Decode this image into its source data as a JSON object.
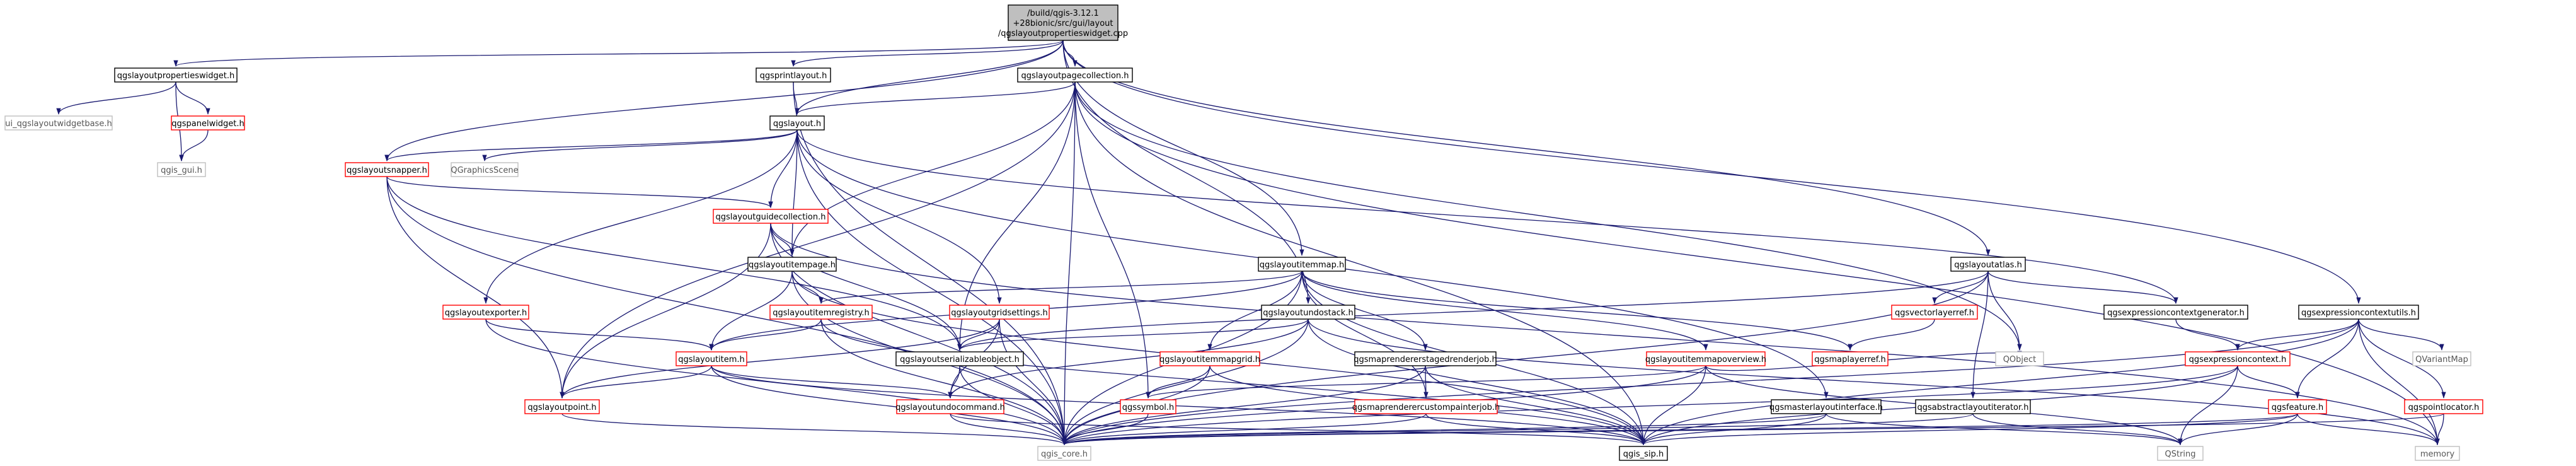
{
  "colors": {
    "edge": "#191970",
    "node_border_black": "#000000",
    "node_border_red": "#ff0000",
    "node_border_gray": "#bfbfbf",
    "root_fill": "#bfbfbf",
    "node_fill": "#ffffff",
    "text_normal": "#000000",
    "text_external": "#555555"
  },
  "nodes": {
    "root": {
      "lines": [
        "/build/qgis-3.12.1",
        "+28bionic/src/gui/layout",
        "/qgslayoutpropertieswidget.cpp"
      ],
      "kind": "root"
    },
    "qgslayoutpropertieswidget_h": {
      "lines": [
        "qgslayoutpropertieswidget.h"
      ],
      "kind": "black"
    },
    "qgsprintlayout_h": {
      "lines": [
        "qgsprintlayout.h"
      ],
      "kind": "black"
    },
    "qgslayoutpagecollection_h": {
      "lines": [
        "qgslayoutpagecollection.h"
      ],
      "kind": "black"
    },
    "ui_qgslayoutwidgetbase_h": {
      "lines": [
        "ui_qgslayoutwidgetbase.h"
      ],
      "kind": "gray"
    },
    "qgspanelwidget_h": {
      "lines": [
        "qgspanelwidget.h"
      ],
      "kind": "red"
    },
    "qgis_gui_h": {
      "lines": [
        "qgis_gui.h"
      ],
      "kind": "gray"
    },
    "qgslayout_h": {
      "lines": [
        "qgslayout.h"
      ],
      "kind": "black"
    },
    "qgslayoutsnapper_h": {
      "lines": [
        "qgslayoutsnapper.h"
      ],
      "kind": "red"
    },
    "QGraphicsScene": {
      "lines": [
        "QGraphicsScene"
      ],
      "kind": "gray"
    },
    "qgslayoutguidecollection_h": {
      "lines": [
        "qgslayoutguidecollection.h"
      ],
      "kind": "red"
    },
    "qgslayoutitempage_h": {
      "lines": [
        "qgslayoutitempage.h"
      ],
      "kind": "black"
    },
    "qgslayoutitemmap_h": {
      "lines": [
        "qgslayoutitemmap.h"
      ],
      "kind": "black"
    },
    "qgslayoutatlas_h": {
      "lines": [
        "qgslayoutatlas.h"
      ],
      "kind": "black"
    },
    "qgsexpressioncontextutils_h": {
      "lines": [
        "qgsexpressioncontextutils.h"
      ],
      "kind": "black"
    },
    "qgslayoutexporter_h": {
      "lines": [
        "qgslayoutexporter.h"
      ],
      "kind": "red"
    },
    "qgslayoutitemregistry_h": {
      "lines": [
        "qgslayoutitemregistry.h"
      ],
      "kind": "red"
    },
    "qgslayoutgridsettings_h": {
      "lines": [
        "qgslayoutgridsettings.h"
      ],
      "kind": "red"
    },
    "qgslayoutundostack_h": {
      "lines": [
        "qgslayoutundostack.h"
      ],
      "kind": "black"
    },
    "qgsvectorlayerref_h": {
      "lines": [
        "qgsvectorlayerref.h"
      ],
      "kind": "red"
    },
    "qgsexpressioncontextgenerator_h": {
      "lines": [
        "qgsexpressioncontextgenerator.h"
      ],
      "kind": "black"
    },
    "qgslayoutitem_h": {
      "lines": [
        "qgslayoutitem.h"
      ],
      "kind": "red"
    },
    "qgslayoutserializableobject_h": {
      "lines": [
        "qgslayoutserializableobject.h"
      ],
      "kind": "black"
    },
    "qgslayoutitemmapgrid_h": {
      "lines": [
        "qgslayoutitemmapgrid.h"
      ],
      "kind": "red"
    },
    "qgsmaprenderer_staged_h": {
      "lines": [
        "qgsmaprendererstagedrenderjob.h"
      ],
      "kind": "black"
    },
    "qgslayoutitemmapoverview_h": {
      "lines": [
        "qgslayoutitemmapoverview.h"
      ],
      "kind": "red"
    },
    "qgsmaplayerref_h": {
      "lines": [
        "qgsmaplayerref.h"
      ],
      "kind": "red"
    },
    "qgsexpressioncontext_h": {
      "lines": [
        "qgsexpressioncontext.h"
      ],
      "kind": "red"
    },
    "QVariantMap": {
      "lines": [
        "QVariantMap"
      ],
      "kind": "gray"
    },
    "qgslayoutpoint_h": {
      "lines": [
        "qgslayoutpoint.h"
      ],
      "kind": "red"
    },
    "qgslayoutundocommand_h": {
      "lines": [
        "qgslayoutundocommand.h"
      ],
      "kind": "red"
    },
    "qgssymbol_h": {
      "lines": [
        "qgssymbol.h"
      ],
      "kind": "red"
    },
    "qgsmaprenderer_custom_h": {
      "lines": [
        "qgsmaprenderercustompainterjob.h"
      ],
      "kind": "red"
    },
    "QObject": {
      "lines": [
        "QObject"
      ],
      "kind": "gray"
    },
    "qgsmasterlayoutinterface_h": {
      "lines": [
        "qgsmasterlayoutinterface.h"
      ],
      "kind": "black"
    },
    "qgsabstractlayoutiterator_h": {
      "lines": [
        "qgsabstractlayoutiterator.h"
      ],
      "kind": "black"
    },
    "qgsfeature_h": {
      "lines": [
        "qgsfeature.h"
      ],
      "kind": "red"
    },
    "qgspointlocator_h": {
      "lines": [
        "qgspointlocator.h"
      ],
      "kind": "red"
    },
    "qgis_core_h": {
      "lines": [
        "qgis_core.h"
      ],
      "kind": "gray"
    },
    "qgis_sip_h": {
      "lines": [
        "qgis_sip.h"
      ],
      "kind": "black"
    },
    "QString": {
      "lines": [
        "QString"
      ],
      "kind": "gray"
    },
    "memory": {
      "lines": [
        "memory"
      ],
      "kind": "gray"
    }
  },
  "edges": [
    [
      "root",
      "qgslayoutpropertieswidget_h"
    ],
    [
      "root",
      "qgsprintlayout_h"
    ],
    [
      "root",
      "qgslayoutpagecollection_h"
    ],
    [
      "root",
      "qgslayout_h"
    ],
    [
      "root",
      "qgslayoutsnapper_h"
    ],
    [
      "root",
      "qgslayoutitemmap_h"
    ],
    [
      "root",
      "qgslayoutundostack_h"
    ],
    [
      "root",
      "qgslayoutatlas_h"
    ],
    [
      "root",
      "qgsexpressioncontextutils_h"
    ],
    [
      "qgslayoutpropertieswidget_h",
      "ui_qgslayoutwidgetbase_h"
    ],
    [
      "qgslayoutpropertieswidget_h",
      "qgspanelwidget_h"
    ],
    [
      "qgslayoutpropertieswidget_h",
      "qgis_gui_h"
    ],
    [
      "qgspanelwidget_h",
      "qgis_gui_h"
    ],
    [
      "qgsprintlayout_h",
      "qgslayout_h"
    ],
    [
      "qgsprintlayout_h",
      "qgis_core_h"
    ],
    [
      "qgslayoutpagecollection_h",
      "qgslayout_h"
    ],
    [
      "qgslayoutpagecollection_h",
      "qgslayoutitempage_h"
    ],
    [
      "qgslayoutpagecollection_h",
      "qgslayoutserializableobject_h"
    ],
    [
      "qgslayoutpagecollection_h",
      "qgslayoutpoint_h"
    ],
    [
      "qgslayoutpagecollection_h",
      "qgssymbol_h"
    ],
    [
      "qgslayoutpagecollection_h",
      "QObject"
    ],
    [
      "qgslayoutpagecollection_h",
      "qgis_sip_h"
    ],
    [
      "qgslayoutpagecollection_h",
      "qgis_core_h"
    ],
    [
      "qgslayoutpagecollection_h",
      "memory"
    ],
    [
      "qgslayout_h",
      "QGraphicsScene"
    ],
    [
      "qgslayout_h",
      "qgslayoutsnapper_h"
    ],
    [
      "qgslayout_h",
      "qgslayoutguidecollection_h"
    ],
    [
      "qgslayout_h",
      "qgslayoutexporter_h"
    ],
    [
      "qgslayout_h",
      "qgslayoutgridsettings_h"
    ],
    [
      "qgslayout_h",
      "qgslayoutitempage_h"
    ],
    [
      "qgslayout_h",
      "qgsexpressioncontextgenerator_h"
    ],
    [
      "qgslayout_h",
      "qgsmasterlayoutinterface_h"
    ],
    [
      "qgslayout_h",
      "qgis_core_h"
    ],
    [
      "qgslayoutsnapper_h",
      "qgslayoutguidecollection_h"
    ],
    [
      "qgslayoutsnapper_h",
      "qgslayoutserializableobject_h"
    ],
    [
      "qgslayoutsnapper_h",
      "qgslayoutpoint_h"
    ],
    [
      "qgslayoutsnapper_h",
      "qgis_core_h"
    ],
    [
      "qgslayoutguidecollection_h",
      "qgslayoutitempage_h"
    ],
    [
      "qgslayoutguidecollection_h",
      "qgslayoutserializableobject_h"
    ],
    [
      "qgslayoutguidecollection_h",
      "qgslayoutpoint_h"
    ],
    [
      "qgslayoutguidecollection_h",
      "qgis_core_h"
    ],
    [
      "qgslayoutguidecollection_h",
      "memory"
    ],
    [
      "qgslayoutexporter_h",
      "qgslayoutitem_h"
    ],
    [
      "qgslayoutexporter_h",
      "qgis_core_h"
    ],
    [
      "qgslayoutitempage_h",
      "qgslayoutitem_h"
    ],
    [
      "qgslayoutitempage_h",
      "qgslayoutitemregistry_h"
    ],
    [
      "qgslayoutitempage_h",
      "qgis_sip_h"
    ],
    [
      "qgslayoutitempage_h",
      "qgis_core_h"
    ],
    [
      "qgslayoutitemregistry_h",
      "qgslayoutitem_h"
    ],
    [
      "qgslayoutitemregistry_h",
      "qgis_core_h"
    ],
    [
      "qgslayoutitemregistry_h",
      "qgis_sip_h"
    ],
    [
      "qgslayoutgridsettings_h",
      "qgslayoutpoint_h"
    ],
    [
      "qgslayoutgridsettings_h",
      "qgslayoutserializableobject_h"
    ],
    [
      "qgslayoutgridsettings_h",
      "qgslayoutundocommand_h"
    ],
    [
      "qgslayoutgridsettings_h",
      "qgis_core_h"
    ],
    [
      "qgslayoutitemmap_h",
      "qgslayoutitem_h"
    ],
    [
      "qgslayoutitemmap_h",
      "qgslayoutitemregistry_h"
    ],
    [
      "qgslayoutitemmap_h",
      "qgslayoutitemmapgrid_h"
    ],
    [
      "qgslayoutitemmap_h",
      "qgslayoutitemmapoverview_h"
    ],
    [
      "qgslayoutitemmap_h",
      "qgsmaprenderer_staged_h"
    ],
    [
      "qgslayoutitemmap_h",
      "qgsmaprenderer_custom_h"
    ],
    [
      "qgslayoutitemmap_h",
      "qgsmaplayerref_h"
    ],
    [
      "qgslayoutitemmap_h",
      "qgis_core_h"
    ],
    [
      "qgslayoutitemmap_h",
      "qgis_sip_h"
    ],
    [
      "qgslayoutundostack_h",
      "qgslayoutundocommand_h"
    ],
    [
      "qgslayoutundostack_h",
      "qgslayoutserializableobject_h"
    ],
    [
      "qgslayoutundostack_h",
      "qgis_core_h"
    ],
    [
      "qgslayoutundostack_h",
      "qgis_sip_h"
    ],
    [
      "qgslayoutundostack_h",
      "memory"
    ],
    [
      "qgslayoutatlas_h",
      "qgsvectorlayerref_h"
    ],
    [
      "qgslayoutatlas_h",
      "qgsexpressioncontextgenerator_h"
    ],
    [
      "qgslayoutatlas_h",
      "qgsabstractlayoutiterator_h"
    ],
    [
      "qgslayoutatlas_h",
      "QObject"
    ],
    [
      "qgslayoutatlas_h",
      "qgis_core_h"
    ],
    [
      "qgslayoutatlas_h",
      "qgslayoutserializableobject_h"
    ],
    [
      "qgsvectorlayerref_h",
      "qgsmaplayerref_h"
    ],
    [
      "qgsexpressioncontextgenerator_h",
      "qgsexpressioncontext_h"
    ],
    [
      "qgsexpressioncontextutils_h",
      "qgsexpressioncontext_h"
    ],
    [
      "qgsexpressioncontextutils_h",
      "qgsfeature_h"
    ],
    [
      "qgsexpressioncontextutils_h",
      "QVariantMap"
    ],
    [
      "qgsexpressioncontextutils_h",
      "qgspointlocator_h"
    ],
    [
      "qgsexpressioncontextutils_h",
      "qgis_core_h"
    ],
    [
      "qgsexpressioncontextutils_h",
      "qgis_sip_h"
    ],
    [
      "qgsexpressioncontextutils_h",
      "memory"
    ],
    [
      "qgsexpressioncontext_h",
      "qgsfeature_h"
    ],
    [
      "qgsexpressioncontext_h",
      "qgis_core_h"
    ],
    [
      "qgsexpressioncontext_h",
      "qgis_sip_h"
    ],
    [
      "qgsexpressioncontext_h",
      "QString"
    ],
    [
      "qgslayoutitem_h",
      "qgslayoutpoint_h"
    ],
    [
      "qgslayoutitem_h",
      "qgslayoutundocommand_h"
    ],
    [
      "qgslayoutitem_h",
      "qgis_core_h"
    ],
    [
      "qgslayoutitem_h",
      "qgis_sip_h"
    ],
    [
      "qgslayoutserializableobject_h",
      "qgslayoutundocommand_h"
    ],
    [
      "qgslayoutserializableobject_h",
      "qgis_core_h"
    ],
    [
      "qgslayoutitemmapgrid_h",
      "qgssymbol_h"
    ],
    [
      "qgslayoutitemmapgrid_h",
      "qgis_core_h"
    ],
    [
      "qgslayoutitemmapgrid_h",
      "qgis_sip_h"
    ],
    [
      "qgsmaprenderer_staged_h",
      "qgsmaprenderer_custom_h"
    ],
    [
      "qgsmaprenderer_staged_h",
      "qgis_core_h"
    ],
    [
      "qgsmaprenderer_staged_h",
      "qgis_sip_h"
    ],
    [
      "qgslayoutitemmapoverview_h",
      "qgssymbol_h"
    ],
    [
      "qgslayoutitemmapoverview_h",
      "QObject"
    ],
    [
      "qgslayoutitemmapoverview_h",
      "qgis_core_h"
    ],
    [
      "qgslayoutitemmapoverview_h",
      "qgis_sip_h"
    ],
    [
      "qgslayoutitemmapoverview_h",
      "QString"
    ],
    [
      "qgslayoutpoint_h",
      "qgis_core_h"
    ],
    [
      "qgslayoutundocommand_h",
      "qgis_core_h"
    ],
    [
      "qgslayoutundocommand_h",
      "qgis_sip_h"
    ],
    [
      "qgssymbol_h",
      "qgis_core_h"
    ],
    [
      "qgsmaprenderer_custom_h",
      "qgis_core_h"
    ],
    [
      "qgsmaprenderer_custom_h",
      "qgis_sip_h"
    ],
    [
      "qgsmasterlayoutinterface_h",
      "qgis_core_h"
    ],
    [
      "qgsmasterlayoutinterface_h",
      "qgis_sip_h"
    ],
    [
      "qgsmasterlayoutinterface_h",
      "QString"
    ],
    [
      "qgsabstractlayoutiterator_h",
      "qgis_core_h"
    ],
    [
      "qgsabstractlayoutiterator_h",
      "QString"
    ],
    [
      "qgsfeature_h",
      "qgis_core_h"
    ],
    [
      "qgsfeature_h",
      "qgis_sip_h"
    ],
    [
      "qgsfeature_h",
      "QString"
    ],
    [
      "qgsfeature_h",
      "memory"
    ],
    [
      "qgspointlocator_h",
      "qgis_core_h"
    ],
    [
      "qgspointlocator_h",
      "memory"
    ]
  ]
}
